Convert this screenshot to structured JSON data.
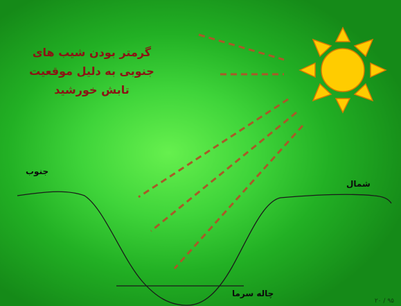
{
  "title": {
    "lines": [
      "گرمتر بودن شیب های",
      "جنوبی به دلیل موقعیت",
      "تابش خورشید"
    ]
  },
  "labels": {
    "south": "جنوب",
    "north": "شمال",
    "cold_pit": "چاله سرما"
  },
  "page_number": "۲۰ / ۹۵",
  "colors": {
    "ray": "#a85a28",
    "title": "#8a1414",
    "sun_fill": "#ffcc00",
    "sun_stroke": "#d97a00",
    "terrain": "#1a1a1a"
  }
}
